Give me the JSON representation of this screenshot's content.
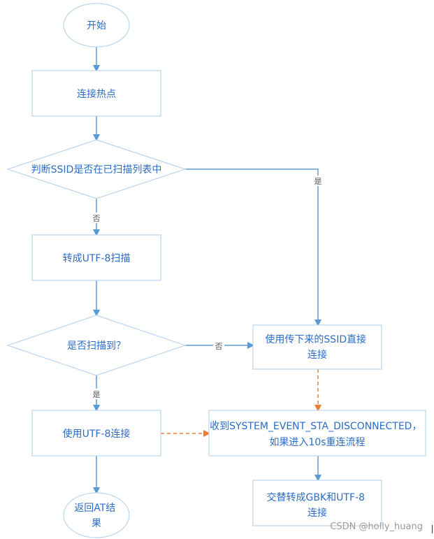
{
  "colors": {
    "border": "#bcd6ee",
    "fill": "#ffffff",
    "text": "#2b6cc4",
    "flow": "#5b9bd5",
    "dashed": "#ed7d31",
    "label": "#555555"
  },
  "nodes": {
    "start": "开始",
    "connect_hotspot": "连接热点",
    "check_ssid": "判断SSID是否在已扫描列表中",
    "scan_utf8": "转成UTF-8扫描",
    "scanned": "是否扫描到？",
    "connect_utf8": "使用UTF-8连接",
    "return_result": [
      "返回AT结",
      "果"
    ],
    "use_ssid": [
      "使用传下来的SSID直接",
      "连接"
    ],
    "disconnected": [
      "收到SYSTEM_EVENT_STA_DISCONNECTED，",
      "如果进入10s重连流程"
    ],
    "alternate": [
      "交替转成GBK和UTF-8",
      "连接"
    ]
  },
  "edge_labels": {
    "check_yes": "是",
    "check_no": "否",
    "scanned_no": "否",
    "scanned_yes": "是"
  },
  "watermark": "CSDN @holly_huang"
}
